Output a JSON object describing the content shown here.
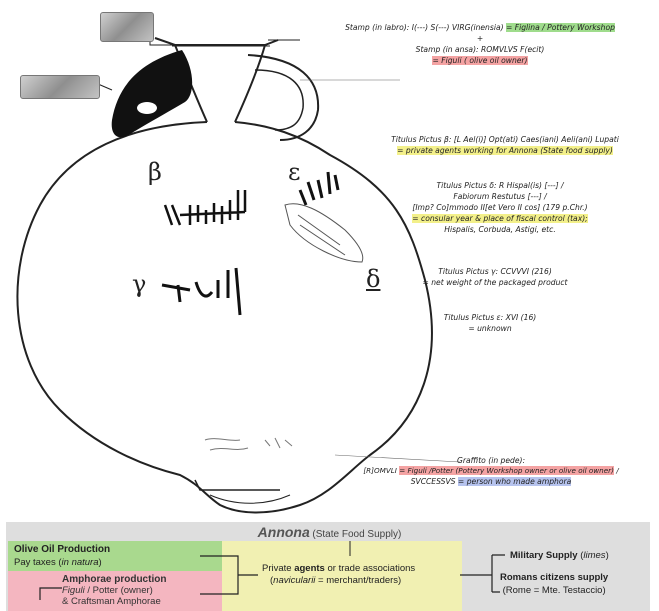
{
  "annotations": {
    "stamp": {
      "line1_a": "Stamp (in labro): I(---) S(---) VIRG(inensia)",
      "line1_b": "= Figlina / Pottery Workshop",
      "plus": "+",
      "line2": "Stamp (in ansa): ROMVLVS F(ecit)",
      "line3": "= Figuli ( olive oil owner)"
    },
    "tit_beta": {
      "line1": "Titulus Pictus β: [L Ael(i)] Opt(ati) Caes(iani) Aeli(ani) Lupati",
      "line2": "= private agents working for Annona (State food supply)"
    },
    "tit_delta": {
      "line1": "Titulus Pictus δ: R Hispal(is) [---] /",
      "line2": "Fabiorum Restutus [---] /",
      "line3": "[Imp? Co]mmodo II[et Vero II cos] (179 p.Chr.)",
      "line4": "= consular year & place of fiscal control (tax);",
      "line5": "Hispalis, Corbuda, Astigi, etc."
    },
    "tit_gamma": {
      "line1": "Titulus Pictus γ: CCVVVI (216)",
      "line2": "= net weight of the packaged product"
    },
    "tit_epsilon": {
      "line1": "Titulus Pictus ε: XVI (16)",
      "line2": "= unknown"
    },
    "graffito": {
      "line1": "Graffito (in pede):",
      "line2_a": "[R]OMVLI",
      "line2_b": "= Figuli /Potter (Pottery Workshop owner or olive oil owner)",
      "line2_c": "/",
      "line3_a": "SVCCESSVS",
      "line3_b": "= person who made amphora"
    }
  },
  "greek": {
    "beta": "β",
    "gamma": "γ",
    "delta": "δ",
    "epsilon": "ε"
  },
  "band": {
    "title": "Annona",
    "title_sub": "(State Food Supply)",
    "olive_title": "Olive Oil Production",
    "olive_sub_a": "Pay taxes (",
    "olive_sub_b": "in natura",
    "olive_sub_c": ")",
    "amph_title": "Amphorae production",
    "amph_l1_a": "Figuli",
    "amph_l1_b": " / Potter (owner)",
    "amph_l2": "& Craftsman Amphorae",
    "agents_l1_a": "Private ",
    "agents_l1_b": "agents",
    "agents_l1_c": " or trade associations",
    "agents_l2_a": "(",
    "agents_l2_b": "navicularii",
    "agents_l2_c": " = merchant/traders)",
    "military_a": "Military Supply",
    "military_b": " (",
    "military_c": "limes",
    "military_d": ")",
    "citizens_title": "Romans citizens supply",
    "citizens_sub": "(Rome = Mte. Testaccio)"
  },
  "colors": {
    "green": "#9fdc8c",
    "red": "#f4a3a3",
    "yellow": "#f3f08a",
    "blue": "#b6c3ee",
    "band_gray": "#dedede"
  }
}
